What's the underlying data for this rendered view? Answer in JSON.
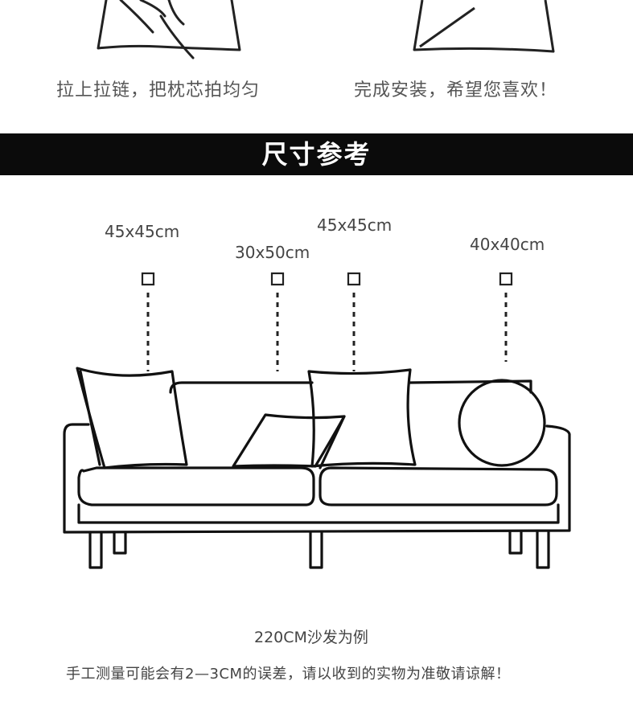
{
  "steps": [
    {
      "caption": "拉上拉链，把枕芯拍均匀"
    },
    {
      "caption": "完成安装，希望您喜欢！"
    }
  ],
  "banner": {
    "title": "尺寸参考"
  },
  "sizes": {
    "left_square": "45x45cm",
    "rect": "30x50cm",
    "mid_square": "45x45cm",
    "round": "40x40cm"
  },
  "reference": {
    "caption": "220CM沙发为例"
  },
  "note": {
    "text": "手工测量可能会有2—3CM的误差，请以收到的实物为准敬请谅解！"
  }
}
